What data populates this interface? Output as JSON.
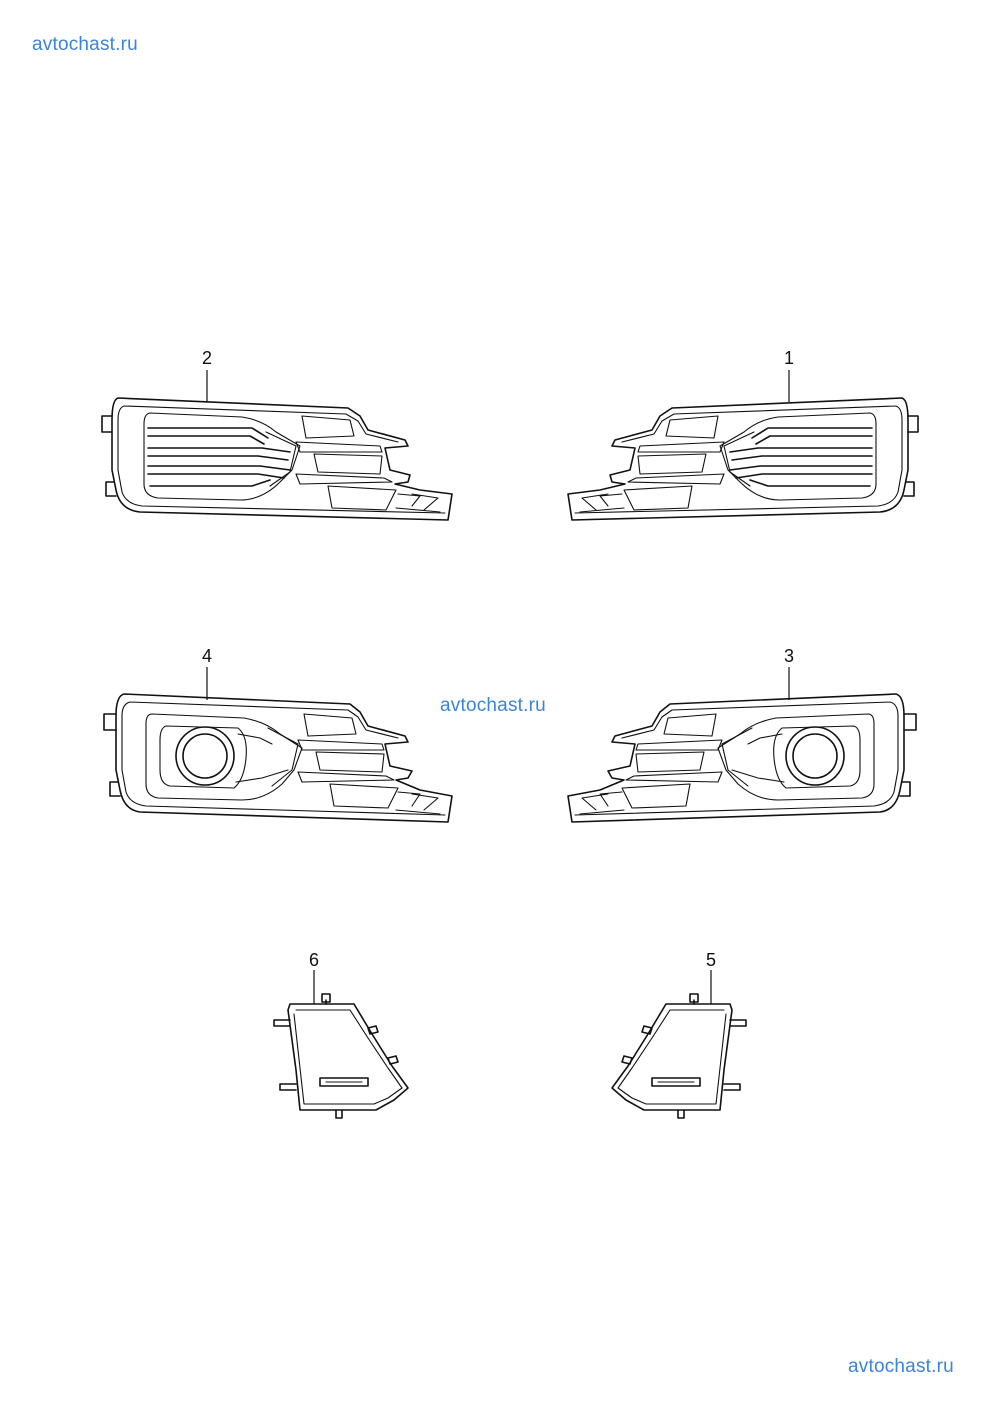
{
  "watermark": {
    "top": "avtochast.ru",
    "middle": "avtochast.ru",
    "bottom": "avtochast.ru",
    "color": "#3b84d9"
  },
  "parts": [
    {
      "number": "1",
      "name": "grille-right"
    },
    {
      "number": "2",
      "name": "grille-left"
    },
    {
      "number": "3",
      "name": "grille-foglight-right"
    },
    {
      "number": "4",
      "name": "grille-foglight-left"
    },
    {
      "number": "5",
      "name": "cover-right"
    },
    {
      "number": "6",
      "name": "cover-left"
    }
  ]
}
